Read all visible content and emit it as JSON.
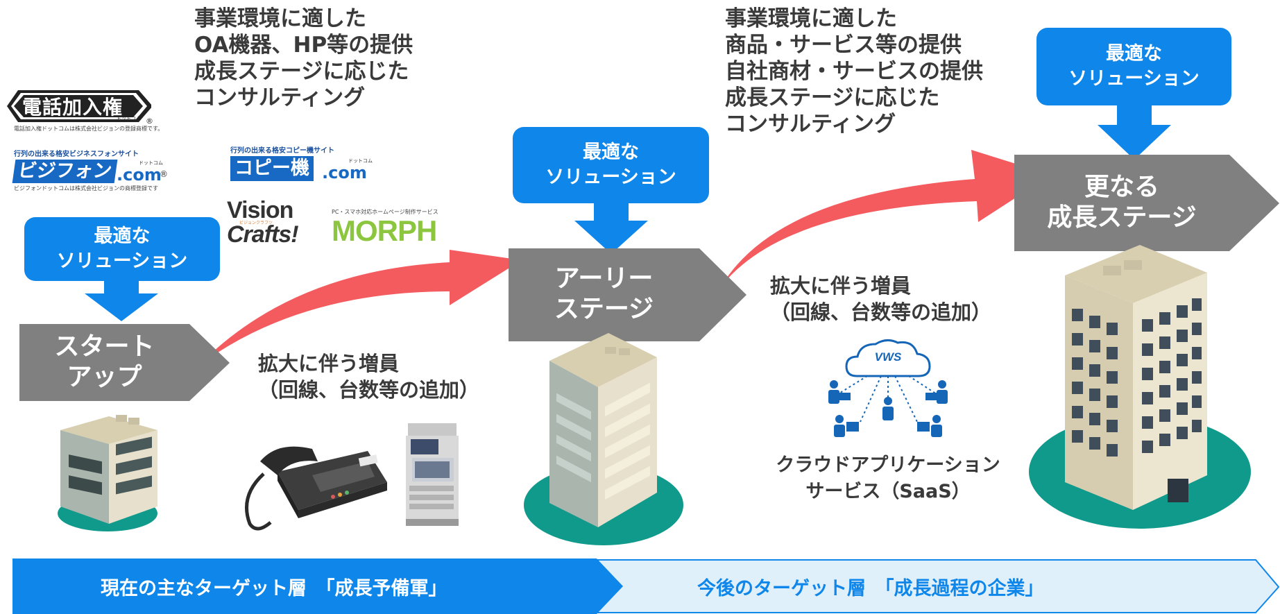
{
  "top_left_text": [
    "事業環境に適した",
    "OA機器、HP等の提供",
    "成長ステージに応じた",
    "コンサルティング"
  ],
  "top_right_text": [
    "事業環境に適した",
    "商品・サービス等の提供",
    "自社商材・サービスの提供",
    "成長ステージに応じた",
    "コンサルティング"
  ],
  "solution": {
    "line1": "最適な",
    "line2": "ソリューション"
  },
  "stages": {
    "startup": [
      "スタート",
      "アップ"
    ],
    "early": [
      "アーリー",
      "ステージ"
    ],
    "further": [
      "更なる",
      "成長ステージ"
    ]
  },
  "expansion_text": [
    "拡大に伴う増員",
    "（回線、台数等の追加）"
  ],
  "cloud": {
    "logo": "VWS",
    "caption": [
      "クラウドアプリケーション",
      "サービス（SaaS）"
    ]
  },
  "logos": {
    "denwa": {
      "title": "電話加入権",
      "sub": "ドットコム",
      "note": "電話加入権ドットコムは株式会社ビジョンの登録商標です。",
      "mark": "®"
    },
    "bizphone": {
      "tagline": "行列の出来る格安ビジネスフォンサイト",
      "main": "ビジフォン",
      "com": ".com",
      "mark": "®",
      "sub": "ドットコム",
      "note": "ビジフォンドットコムは株式会社ビジョンの商標登録です"
    },
    "copy": {
      "tagline": "行列の出来る格安コピー機サイト",
      "main": "コピー機",
      "com": ".com",
      "sub": "ドットコム"
    },
    "vision": {
      "line1": "Vision",
      "line2": "Crafts!",
      "sub": "ビジョンクラフツ"
    },
    "morph": {
      "tagline": "PC・スマホ対応ホームページ制作サービス",
      "main": "MORPH"
    }
  },
  "bottom": {
    "current": "現在の主なターゲット層　「成長予備軍」",
    "future": "今後のターゲット層　「成長過程の企業」"
  },
  "colors": {
    "blue": "#0f86ea",
    "gray": "#808080",
    "arrow_red": "#f45b5e",
    "teal": "#109a8c",
    "light_blue": "#dff0fb"
  }
}
